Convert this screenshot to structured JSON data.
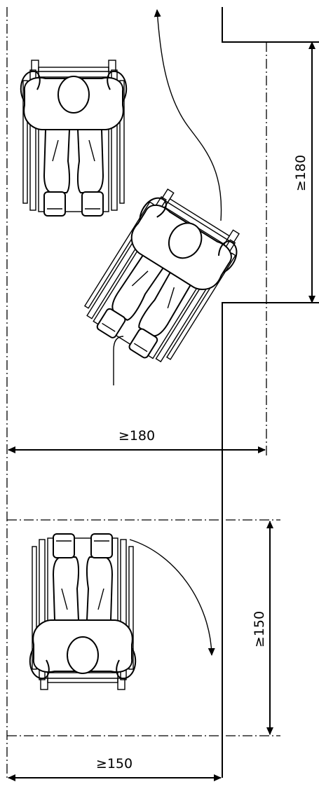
{
  "dimensions": {
    "corridor_width": "≥180",
    "passing_length": "≥180",
    "turning_width": "≥150",
    "turning_depth": "≥150"
  },
  "figures": [
    "wheelchair-user-facing-up",
    "wheelchair-user-turning",
    "wheelchair-user-facing-down"
  ]
}
